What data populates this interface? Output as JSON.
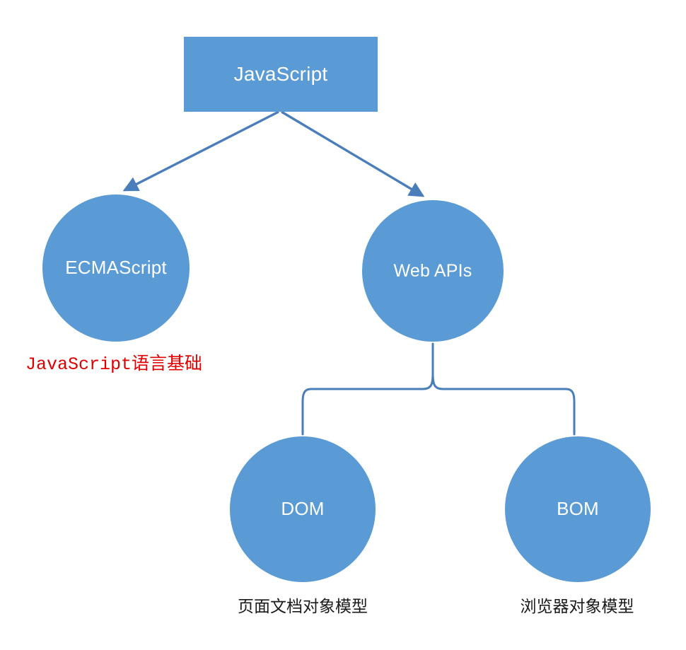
{
  "diagram": {
    "title": "JavaScript composition diagram",
    "background_color": "#ffffff",
    "accent_color": "#5B9BD5",
    "edge_color": "#4A7EBB",
    "caption_red_color": "#E00000",
    "caption_black_color": "#1a1a1a",
    "nodes": {
      "javascript": {
        "label": "JavaScript",
        "shape": "rectangle"
      },
      "ecmascript": {
        "label": "ECMAScript",
        "shape": "circle"
      },
      "webapis": {
        "label": "Web APIs",
        "shape": "circle"
      },
      "dom": {
        "label": "DOM",
        "shape": "circle"
      },
      "bom": {
        "label": "BOM",
        "shape": "circle"
      }
    },
    "captions": {
      "ecmascript": "JavaScript语言基础",
      "dom": "页面文档对象模型",
      "bom": "浏览器对象模型"
    },
    "edges": [
      {
        "from": "javascript",
        "to": "ecmascript",
        "style": "arrow"
      },
      {
        "from": "javascript",
        "to": "webapis",
        "style": "arrow"
      },
      {
        "from": "webapis",
        "to": "dom",
        "style": "brace"
      },
      {
        "from": "webapis",
        "to": "bom",
        "style": "brace"
      }
    ]
  }
}
